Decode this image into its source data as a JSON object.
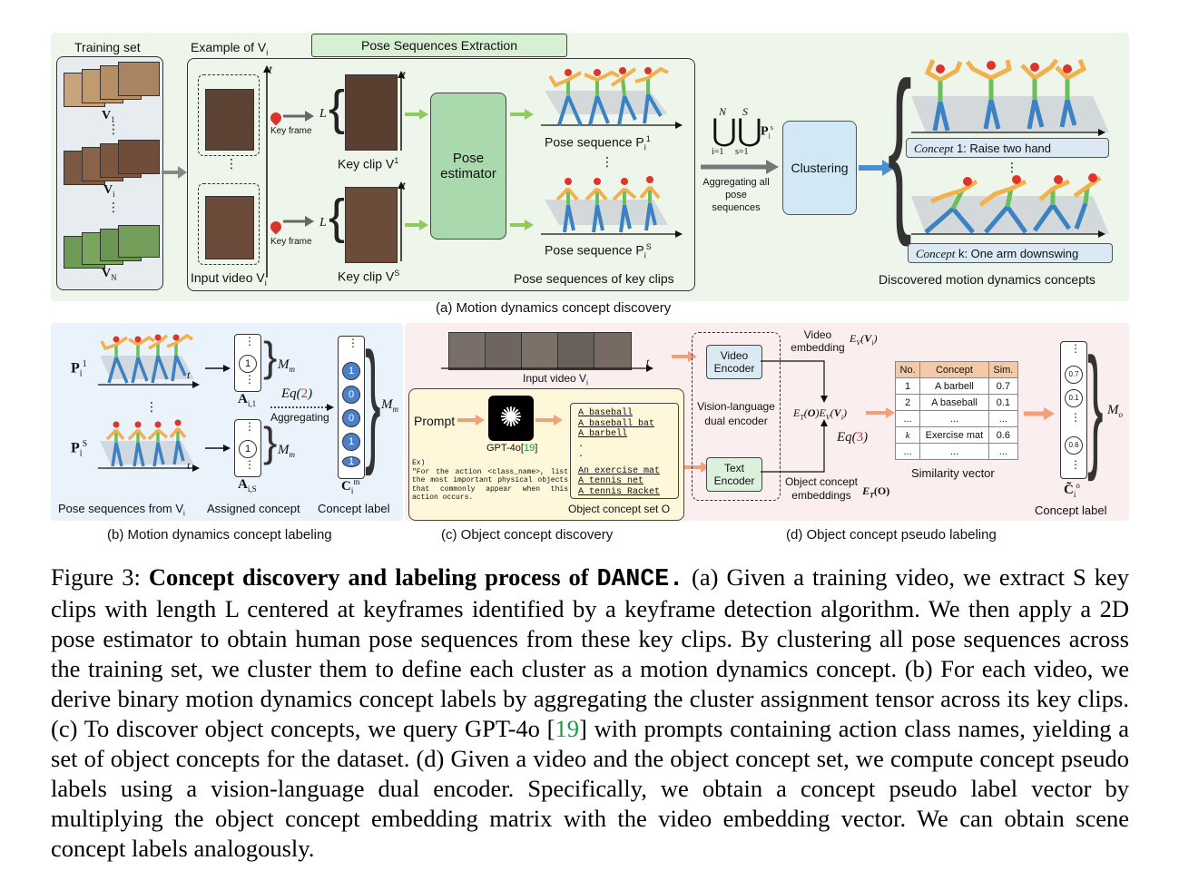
{
  "panel_a": {
    "section_title": "Pose Sequences Extraction",
    "training_set_label": "Training set",
    "example_label": "Example of V",
    "example_sub": "i",
    "v1": "V",
    "v1_sub": "1",
    "vi": "V",
    "vi_sub": "i",
    "vn": "V",
    "vn_sub": "N",
    "t": "t",
    "key_frame": "Key frame",
    "L": "L",
    "key_clip_1": "Key clip V",
    "key_clip_1_sup": "1",
    "key_clip_s": "Key clip V",
    "key_clip_s_sup": "S",
    "input_video": "Input video V",
    "pose_estimator": "Pose estimator",
    "pose_seq_1": "Pose sequence P",
    "pose_seq_1_sup": "1",
    "pose_seq_s": "Pose sequence P",
    "pose_seq_s_sup": "S",
    "pose_seq_key_clips": "Pose sequences of key clips",
    "union_N": "N",
    "union_S": "S",
    "union_i": "i=1",
    "union_s": "s=1",
    "union_P": "P",
    "union_P_sup": "s",
    "aggregating": "Aggregating all pose sequences",
    "clustering": "Clustering",
    "concept_1_italic": "Concept",
    "concept_1_text": "1: Raise two hand",
    "concept_k_italic": "Concept",
    "concept_k_text": "k: One arm downswing",
    "discovered": "Discovered motion dynamics concepts",
    "caption": "(a) Motion dynamics concept discovery"
  },
  "panel_b": {
    "P1": "P",
    "P1_sup": "1",
    "PS": "P",
    "PS_sup": "S",
    "A_i1": "A",
    "A_i1_sub": "i,1",
    "A_iS": "A",
    "A_iS_sub": "i,S",
    "Mm": "M",
    "Mm_sub": "m",
    "eq": "Eq(2)",
    "aggregating": "Aggregating",
    "C": "C",
    "C_sup": "m",
    "labels_a": [
      "1"
    ],
    "labels_c": [
      "1",
      "0",
      "0",
      "1",
      "1"
    ],
    "pose_from": "Pose sequences from V",
    "assigned": "Assigned concept",
    "concept_label": "Concept label",
    "caption": "(b) Motion dynamics concept labeling",
    "t": "t"
  },
  "panel_c": {
    "input_video": "Input video V",
    "t": "t",
    "prompt": "Prompt",
    "gpt": "GPT-4o[19]",
    "gpt_ref": "19",
    "example_prefix": "Ex)",
    "example_text": "\"For the action <class_name>, list the most important physical objects that commonly appear when this action occurs.",
    "objects_top": [
      "A baseball",
      "A baseball bat",
      "A barbell",
      ".",
      "."
    ],
    "objects_bottom": [
      "An exercise mat",
      "A tennis net",
      "A tennis Racket"
    ],
    "object_set": "Object concept set O",
    "caption": "(c) Object concept discovery"
  },
  "panel_d": {
    "video_encoder": "Video Encoder",
    "text_encoder": "Text Encoder",
    "dual": "Vision-language dual encoder",
    "video_emb": "Video embedding",
    "video_emb_sym": "E_V(V_i)",
    "object_emb": "Object concept embeddings",
    "object_emb_sym": "E_T(O)",
    "product": "E_T(O)E_V(V_i)",
    "eq": "Eq(3)",
    "table_head": [
      "No.",
      "Concept",
      "Sim."
    ],
    "table_rows": [
      [
        "1",
        "A barbell",
        "0.7"
      ],
      [
        "2",
        "A baseball",
        "0.1"
      ],
      [
        "...",
        "...",
        "..."
      ],
      [
        "k",
        "Exercise mat",
        "0.6"
      ],
      [
        "...",
        "...",
        "..."
      ]
    ],
    "sim_vector": "Similarity vector",
    "values": [
      "0.7",
      "0.1",
      "0.6"
    ],
    "Mo": "M",
    "Mo_sub": "o",
    "concept_label": "Concept label",
    "caption": "(d) Object concept pseudo labeling"
  },
  "caption": {
    "fig": "Figure 3: ",
    "bold": "Concept discovery and labeling process of ",
    "mono": "DANCE.",
    "body1": " (a) Given a training video, we extract S key clips with length L centered at keyframes identified by a keyframe detection algorithm. We then apply a 2D pose estimator to obtain human pose sequences from these key clips. By clustering all pose sequences across the training set, we cluster them to define each cluster as a motion dynamics concept. (b) For each video, we derive binary motion dynamics concept labels by aggregating the cluster assignment tensor across its key clips. (c) To discover object concepts, we query GPT-4o [",
    "ref": "19",
    "body2": "] with prompts containing action class names, yielding a set of object concepts for the dataset. (d) Given a video and the object concept set, we compute concept pseudo labels using a vision-language dual encoder. Specifically, we obtain a concept pseudo label vector by multiplying the object concept embedding matrix with the video embedding vector. We can obtain scene concept labels analogously."
  }
}
